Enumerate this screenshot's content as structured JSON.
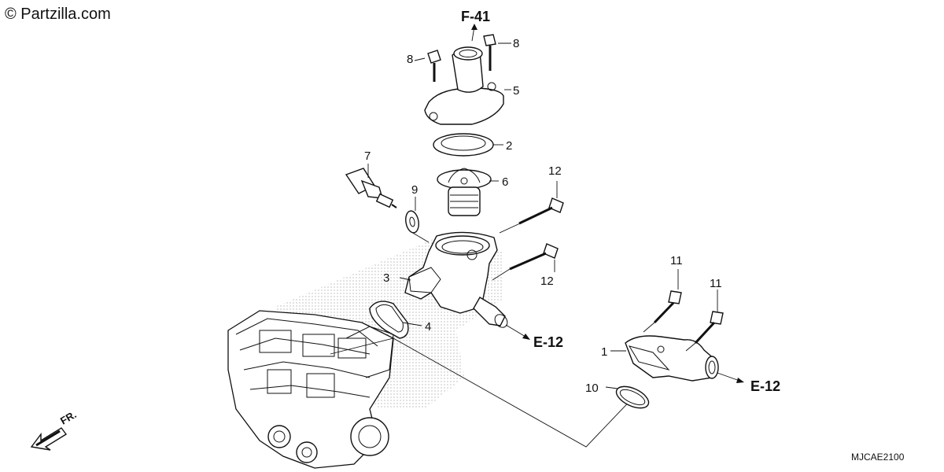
{
  "watermark": "© Partzilla.com",
  "diagram_code": "MJCAE2100",
  "references": {
    "top": "F-41",
    "middle": "E-12",
    "right": "E-12"
  },
  "front_label": "FR.",
  "callouts": {
    "c1": "1",
    "c2": "2",
    "c3": "3",
    "c4": "4",
    "c5": "5",
    "c6": "6",
    "c7": "7",
    "c8a": "8",
    "c8b": "8",
    "c9": "9",
    "c10": "10",
    "c11a": "11",
    "c11b": "11",
    "c12a": "12",
    "c12b": "12"
  }
}
